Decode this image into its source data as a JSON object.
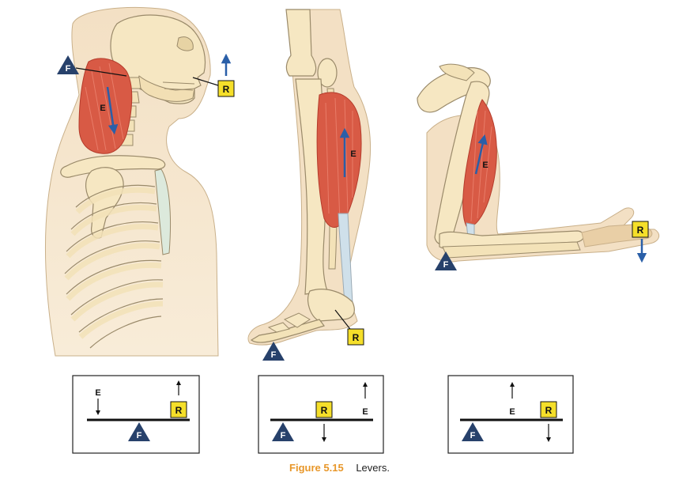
{
  "colors": {
    "bone": "#f4e2b6",
    "bone_outline": "#9a8a6a",
    "skin": "#e8c9a0",
    "muscle": "#d85a45",
    "muscle_dark": "#b53c2c",
    "tendon": "#cfe0ea",
    "fulcrum": "#27416b",
    "resistance_box": "#f5df2a",
    "arrow_blue": "#2a5fa8",
    "caption_accent": "#e8972a"
  },
  "labels": {
    "fulcrum": "F",
    "effort": "E",
    "resistance": "R"
  },
  "caption": {
    "figure": "Figure 5.15",
    "text": "Levers."
  }
}
